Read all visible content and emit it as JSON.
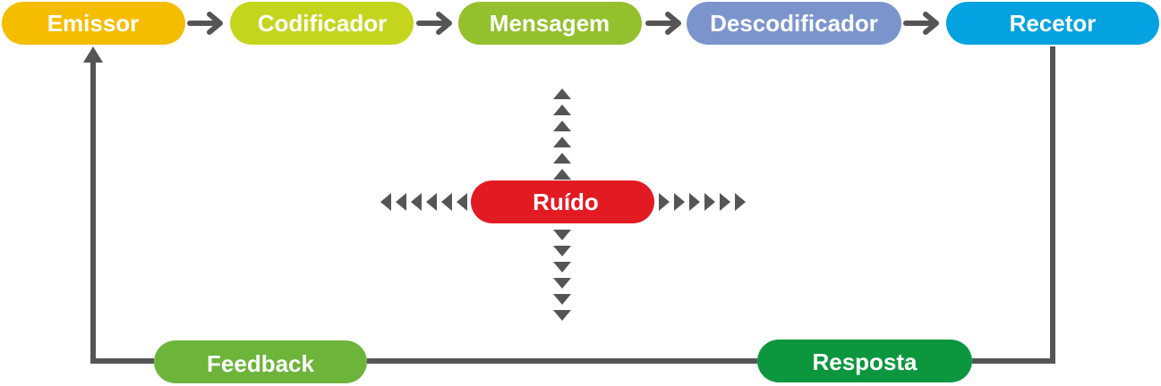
{
  "nodes": {
    "emissor": {
      "label": "Emissor",
      "color": "#F5BD00"
    },
    "codificador": {
      "label": "Codificador",
      "color": "#C5D51E"
    },
    "mensagem": {
      "label": "Mensagem",
      "color": "#94C02D"
    },
    "descodificador": {
      "label": "Descodificador",
      "color": "#7B95CC"
    },
    "recetor": {
      "label": "Recetor",
      "color": "#04A2E0"
    },
    "ruido": {
      "label": "Ruído",
      "color": "#E21B23"
    },
    "feedback": {
      "label": "Feedback",
      "color": "#6DB43B"
    },
    "resposta": {
      "label": "Resposta",
      "color": "#0C973E"
    }
  },
  "connector_color": "#555555",
  "arrow_color": "#555555"
}
